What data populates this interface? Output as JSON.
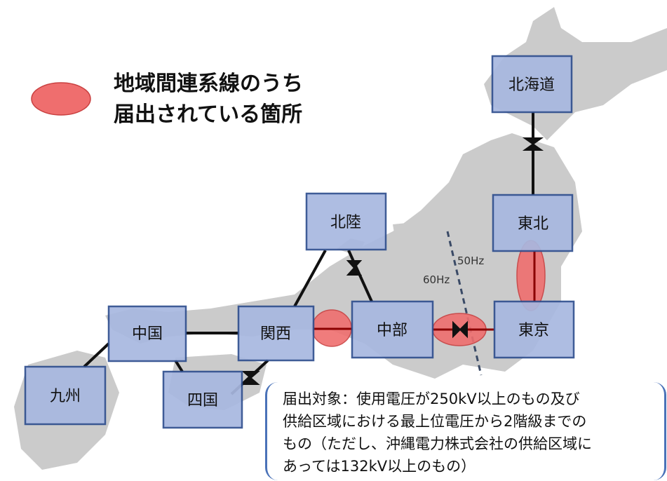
{
  "legend": {
    "line1": "地域間連系線のうち",
    "line2": "届出されている箇所"
  },
  "regions": {
    "hokkaido": "北海道",
    "tohoku": "東北",
    "tokyo": "東京",
    "hokuriku": "北陸",
    "chubu": "中部",
    "kansai": "関西",
    "chugoku": "中国",
    "shikoku": "四国",
    "kyushu": "九州"
  },
  "frequency": {
    "east": "50Hz",
    "west": "60Hz"
  },
  "note": {
    "line1": "届出対象：使用電圧が250kV以上のもの及び",
    "line2": "供給区域における最上位電圧から2階級までの",
    "line3": "もの（ただし、沖縄電力株式会社の供給区域に",
    "line4": "あっては132kV以上のもの）"
  },
  "colors": {
    "node_fill": "#a8b8e0",
    "node_stroke": "#2f4f8f",
    "highlight": "#ef6e6e",
    "land": "#c8c8c8",
    "link": "#111111",
    "highlighted_link": "#8b0000"
  }
}
